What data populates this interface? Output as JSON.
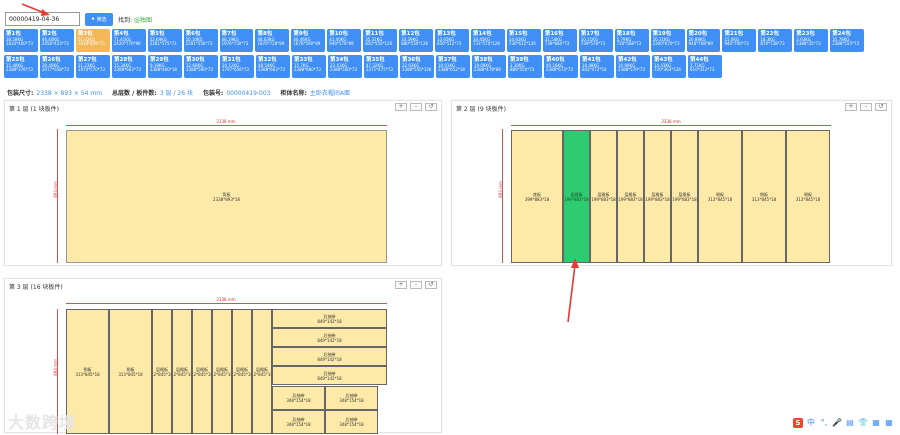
{
  "search": {
    "value": "00000419-04-36",
    "button_label": "筛选",
    "found_prefix": "找到:",
    "found_link": "@独图"
  },
  "chips_row1": [
    {
      "name": "第1包",
      "l1": "38.58KG",
      "l2": "1834*400*73"
    },
    {
      "name": "第2包",
      "l1": "46.40KG",
      "l2": "2056*433*73"
    },
    {
      "name": "第3包",
      "l1": "51.62KG",
      "l2": "1938*859*73",
      "selected": true
    },
    {
      "name": "第4包",
      "l1": "71.41KG",
      "l2": "2420*770*96"
    },
    {
      "name": "第5包",
      "l1": "52.69KG",
      "l2": "2281*575*73"
    },
    {
      "name": "第6包",
      "l1": "50.10KG",
      "l2": "2281*556*73"
    },
    {
      "name": "第7包",
      "l1": "48.19KG",
      "l2": "1976*730*73"
    },
    {
      "name": "第8包",
      "l1": "48.03KG",
      "l2": "1876*728*89"
    },
    {
      "name": "第9包",
      "l1": "40.46KG",
      "l2": "1676*590*89"
    },
    {
      "name": "第10包",
      "l1": "41.40KG",
      "l2": "940*576*89"
    },
    {
      "name": "第11包",
      "l1": "35.31KG",
      "l2": "850*550*126"
    },
    {
      "name": "第12包",
      "l1": "33.39KG",
      "l2": "880*550*126"
    },
    {
      "name": "第13包",
      "l1": "13.65KG",
      "l2": "650*512*73"
    },
    {
      "name": "第14包",
      "l1": "34.45KG",
      "l2": "731*570*126"
    },
    {
      "name": "第15包",
      "l1": "34.82KG",
      "l2": "730*612*126"
    },
    {
      "name": "第16包",
      "l1": "31.54KG",
      "l2": "739*660*73"
    },
    {
      "name": "第17包",
      "l1": "10.11KG",
      "l2": "739*578*73"
    },
    {
      "name": "第18包",
      "l1": "5.79KG",
      "l2": "720*568*73"
    },
    {
      "name": "第19包",
      "l1": "20.31KG",
      "l2": "2300*670*73"
    },
    {
      "name": "第20包",
      "l1": "20.89KG",
      "l2": "948*708*89"
    },
    {
      "name": "第21包",
      "l1": "15.0KG",
      "l2": "940*700*73"
    },
    {
      "name": "第22包",
      "l1": "18.3KG",
      "l2": "870*738*73"
    },
    {
      "name": "第23包",
      "l1": "2.93KG",
      "l2": "2388*35*73"
    },
    {
      "name": "第24包",
      "l1": "35.78KG",
      "l2": "2388*555*73"
    }
  ],
  "chips_row2": [
    {
      "name": "第25包",
      "l1": "15.48KG",
      "l2": "2388*376*73"
    },
    {
      "name": "第26包",
      "l1": "30.40KG",
      "l2": "2077*658*73"
    },
    {
      "name": "第27包",
      "l1": "21.23KG",
      "l2": "1974*570*73"
    },
    {
      "name": "第28包",
      "l1": "15.34KG",
      "l2": "2388*663*73"
    },
    {
      "name": "第29包",
      "l1": "9.19KG",
      "l2": "2388*460*18"
    },
    {
      "name": "第30包",
      "l1": "12.60KG",
      "l2": "2388*590*73"
    },
    {
      "name": "第31包",
      "l1": "20.12KG",
      "l2": "1797*656*73"
    },
    {
      "name": "第32包",
      "l1": "48.54KG",
      "l2": "2388*663*73"
    },
    {
      "name": "第33包",
      "l1": "15.7KG",
      "l2": "2388*660*73"
    },
    {
      "name": "第34包",
      "l1": "23.41KG",
      "l2": "2388*500*73"
    },
    {
      "name": "第35包",
      "l1": "47.32KG",
      "l2": "2371*475*73"
    },
    {
      "name": "第36包",
      "l1": "22.03KG",
      "l2": "2388*550*126"
    },
    {
      "name": "第37包",
      "l1": "10.01KG",
      "l2": "2388*652*18"
    },
    {
      "name": "第38包",
      "l1": "19.09KG",
      "l2": "2388*478*89"
    },
    {
      "name": "第39包",
      "l1": "2.30KG",
      "l2": "880*550*73"
    },
    {
      "name": "第40包",
      "l1": "40.16KG",
      "l2": "2388*673*73"
    },
    {
      "name": "第41包",
      "l1": "18.48KG",
      "l2": "842*472*54"
    },
    {
      "name": "第42包",
      "l1": "10.90KG",
      "l2": "2388*570*73"
    },
    {
      "name": "第43包",
      "l1": "14.43KG",
      "l2": "720*363*126"
    },
    {
      "name": "第44包",
      "l1": "2.71KG",
      "l2": "610*312*73"
    }
  ],
  "summary": [
    {
      "label": "包装尺寸:",
      "value": "2338 × 893 × 54 mm"
    },
    {
      "label": "总层数 / 板件数:",
      "value": "3 层 / 26 块"
    },
    {
      "label": "包装号:",
      "value": "00000419-003"
    },
    {
      "label": "柜体名称:",
      "value": "主卧衣帽间A面"
    }
  ],
  "panels": {
    "p1": {
      "title": "第 1 层 (1 块板件)",
      "width_dim": "2338 mm",
      "height_dim": "893 mm"
    },
    "p2": {
      "title": "第 2 层 (9 块板件)",
      "width_dim": "2338 mm",
      "height_dim": "893 mm"
    },
    "p3": {
      "title": "第 3 层 (16 块板件)",
      "width_dim": "2338 mm",
      "height_dim": "893 mm"
    }
  },
  "controls": {
    "plus": "+",
    "minus": "-",
    "reset": "↺"
  },
  "pieces_p1": [
    {
      "name": "背板",
      "size": "2338*893*18"
    }
  ],
  "pieces_p2": [
    {
      "name": "底板",
      "size": "399*883*18"
    },
    {
      "name": "层格板",
      "size": "199*883*18",
      "green": true
    },
    {
      "name": "层格板",
      "size": "199*883*18"
    },
    {
      "name": "层格板",
      "size": "199*883*18"
    },
    {
      "name": "层格板",
      "size": "199*883*18"
    },
    {
      "name": "层格板",
      "size": "199*883*18"
    },
    {
      "name": "侧板",
      "size": "313*845*18"
    },
    {
      "name": "侧板",
      "size": "313*845*18"
    },
    {
      "name": "侧板",
      "size": "313*845*18"
    }
  ],
  "pieces_p3": [
    {
      "name": "侧板",
      "size": "313*845*18"
    },
    {
      "name": "侧板",
      "size": "313*845*18"
    },
    {
      "name": "层格板",
      "size": "42*845*18"
    },
    {
      "name": "层格板",
      "size": "42*845*18"
    },
    {
      "name": "层格板",
      "size": "42*845*18"
    },
    {
      "name": "层格板",
      "size": "42*845*18"
    },
    {
      "name": "层格板",
      "size": "42*845*18"
    },
    {
      "name": "层格板",
      "size": "42*845*18"
    },
    {
      "name": "后抽带",
      "size": "849*142*18"
    },
    {
      "name": "后抽带",
      "size": "849*142*18"
    },
    {
      "name": "后抽带",
      "size": "849*142*18"
    },
    {
      "name": "后抽带",
      "size": "849*142*18"
    },
    {
      "name": "后抽带",
      "size": "348*154*18"
    },
    {
      "name": "后抽带",
      "size": "348*154*18"
    },
    {
      "name": "后抽带",
      "size": "348*154*18"
    },
    {
      "name": "后抽带",
      "size": "348*154*18"
    }
  ],
  "watermark": "大数跨境",
  "tray": {
    "ime": "S",
    "lang": "中",
    "icons": [
      "°,",
      "🎤",
      "▤",
      "👕",
      "▦",
      "▦"
    ]
  }
}
